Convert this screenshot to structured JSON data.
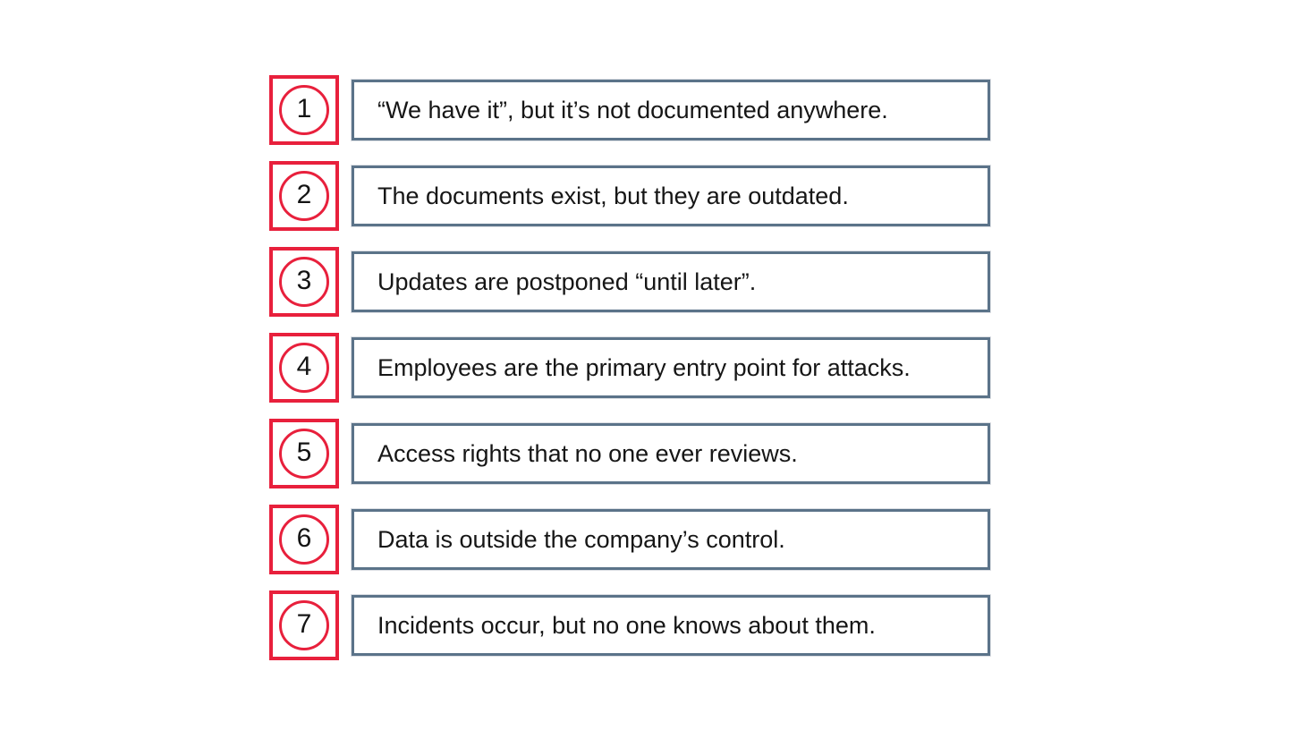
{
  "slide": {
    "background_color": "#FFFFFF",
    "accent_red": "#E8203C",
    "border_slate": "#5B7389",
    "text_color": "#161616"
  },
  "list": {
    "items": [
      {
        "number": "1",
        "text": "“We have it”, but it’s not documented anywhere."
      },
      {
        "number": "2",
        "text": "The documents exist, but they are outdated."
      },
      {
        "number": "3",
        "text": "Updates are postponed “until later”."
      },
      {
        "number": "4",
        "text": "Employees are the primary entry point for attacks."
      },
      {
        "number": "5",
        "text": "Access rights that no one ever reviews."
      },
      {
        "number": "6",
        "text": "Data is outside the company’s control."
      },
      {
        "number": "7",
        "text": "Incidents occur, but no one knows about them."
      }
    ]
  }
}
